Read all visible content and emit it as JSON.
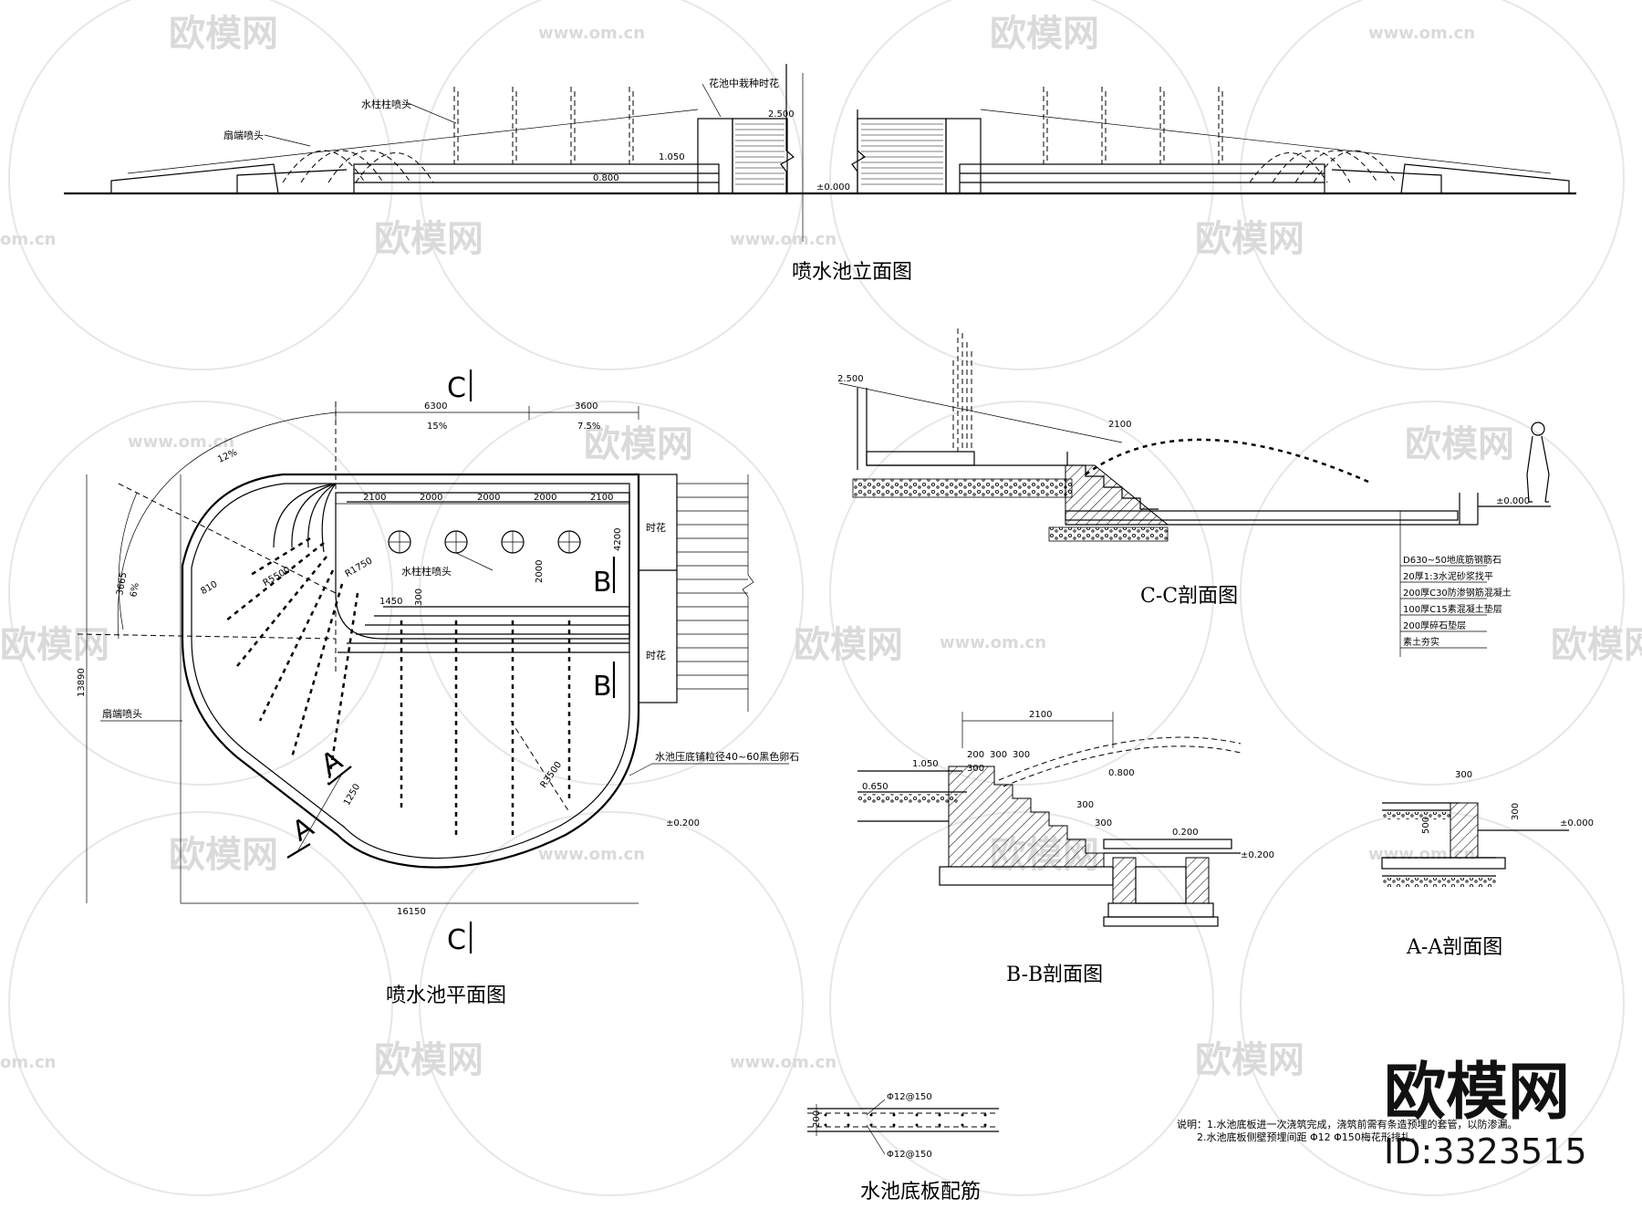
{
  "watermark": {
    "text": "欧模网",
    "url": "www.om.cn",
    "url_short": "om.cn"
  },
  "brand": {
    "name": "欧模网",
    "id": "ID:3323515"
  },
  "elevation": {
    "title": "喷水池立面图",
    "label_column_nozzle": "水柱柱喷头",
    "label_fan_nozzle": "扇端喷头",
    "label_planter": "花池中栽种时花",
    "level_top": "2.500",
    "level_mid": "1.050",
    "level_low": "0.800",
    "level_zero": "±0.000"
  },
  "plan": {
    "title": "喷水池平面图",
    "section_c": "C",
    "section_b": "B",
    "section_a": "A",
    "dim_6300": "6300",
    "dim_15pct": "15%",
    "dim_3600": "3600",
    "dim_7_5pct": "7.5%",
    "dim_2100": "2100",
    "dim_2000": "2000",
    "dim_4200": "4200",
    "dim_16150": "16150",
    "dim_13890": "13890",
    "dim_r5500": "R5500",
    "dim_r1750": "R1750",
    "dim_r3500": "R3500",
    "dim_angle": "3665",
    "dim_12pct": "12%",
    "dim_6pct": "6%",
    "dim_810": "810",
    "dim_300": "300",
    "dim_1250": "1250",
    "dim_1450": "1450",
    "label_column_nozzle": "水柱柱喷头",
    "label_fan_nozzle": "扇端喷头",
    "label_flower_1": "时花",
    "label_flower_2": "时花",
    "label_pebble": "水池压底铺粒径40~60黑色卵石",
    "level": "±0.200"
  },
  "section_cc": {
    "title": "C-C剖面图",
    "level_top": "2.500",
    "level_zero": "±0.000",
    "dim_2100": "2100",
    "layers": [
      "D630~50地底筋钢筋石",
      "20厚1:3水泥砂浆找平",
      "200厚C30防渗钢筋混凝土",
      "100厚C15素混凝土垫层",
      "200厚碎石垫层",
      "素土夯实"
    ]
  },
  "section_bb": {
    "title": "B-B剖面图",
    "dim_2100": "2100",
    "dims": [
      "200",
      "300",
      "300",
      "300",
      "300",
      "300"
    ],
    "level_1": "1.050",
    "level_2": "0.650",
    "level_3": "0.200",
    "level_4": "±0.200",
    "level_5": "0.800"
  },
  "section_aa": {
    "title": "A-A剖面图",
    "dim_300a": "300",
    "dim_300b": "300",
    "dim_500": "500",
    "level": "±0.000"
  },
  "slab": {
    "title": "水池底板配筋",
    "top_bar": "Φ12@150",
    "bottom_bar": "Φ12@150",
    "thickness": "200"
  },
  "notes": {
    "line_1": "说明：1.水池底板进一次浇筑完成，浇筑前需有条造预埋的套管，以防渗漏。",
    "line_2": "2.水池底板侧壁预埋间距 Φ12 Φ150梅花形排扎。"
  }
}
